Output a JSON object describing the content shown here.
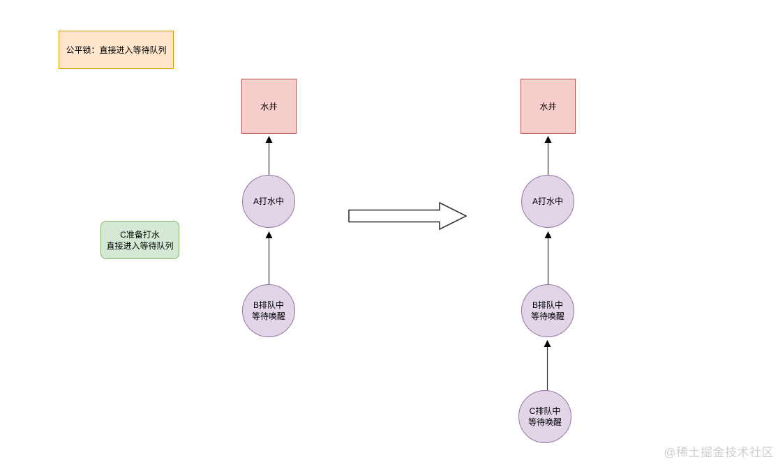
{
  "annotations": {
    "fair_lock": {
      "text": "公平锁：直接进入等待队列",
      "fill": "#ffe6cc",
      "stroke": "#d79b00"
    },
    "c_prepare": {
      "lines": [
        "C准备打水",
        "直接进入等待队列"
      ],
      "fill": "#d5e8d4",
      "stroke": "#82b366"
    }
  },
  "before": {
    "well": {
      "label": "水井"
    },
    "a": {
      "label": "A打水中"
    },
    "b": {
      "lines": [
        "B排队中",
        "等待唤醒"
      ]
    }
  },
  "after": {
    "well": {
      "label": "水井"
    },
    "a": {
      "label": "A打水中"
    },
    "b": {
      "lines": [
        "B排队中",
        "等待唤醒"
      ]
    },
    "c": {
      "lines": [
        "C排队中",
        "等待唤醒"
      ]
    }
  },
  "palette": {
    "well_fill": "#f8cecc",
    "well_stroke": "#b85450",
    "person_fill": "#e1d5e7",
    "person_stroke": "#9673a6",
    "connector_color": "#333333",
    "transition_arrow_stroke": "#262626",
    "watermark_color": "#cfcfcf"
  },
  "watermark": {
    "text": "@稀土掘金技术社区"
  }
}
